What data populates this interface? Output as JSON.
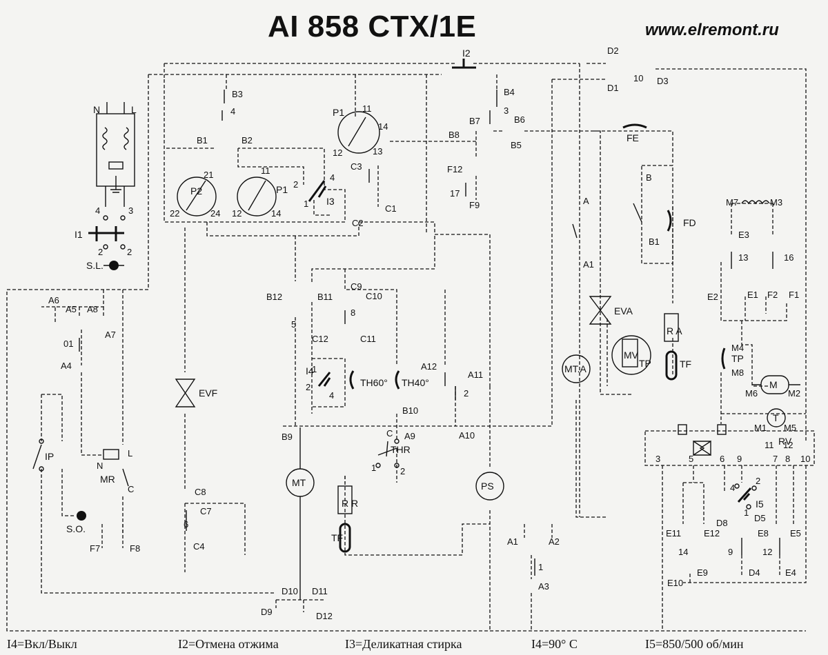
{
  "header": {
    "title": "AI 858 CTX/1E",
    "website": "www.elremont.ru"
  },
  "legend": [
    {
      "text": "I4=Вкл/Выкл"
    },
    {
      "text": "I2=Отмена отжима"
    },
    {
      "text": "I3=Деликатная стирка"
    },
    {
      "text": "I4=90° C"
    },
    {
      "text": "I5=850/500 об/мин"
    }
  ],
  "components": {
    "N": "N",
    "L": "L",
    "I1": "I1",
    "I2": "I2",
    "I3": "I3",
    "I4": "I4",
    "I5": "I5",
    "SL": "S.L.",
    "SO": "S.O.",
    "IP": "IP",
    "MR": "MR",
    "P1": "P1",
    "P2": "P2",
    "EVF": "EVF",
    "EVA": "EVA",
    "MT": "MT",
    "MTA": "MT.A",
    "PS": "PS",
    "FE": "FE",
    "FD": "FD",
    "TH60": "TH60°",
    "TH40": "TH40°",
    "THR": "THR",
    "RR": "R R",
    "RA": "R A",
    "TF": "TF",
    "TP": "TP",
    "MV": "MV",
    "RV": "RV",
    "T": "T",
    "M": "M"
  },
  "terminals": {
    "A1": "A1",
    "A2": "A2",
    "A3": "A3",
    "A4": "A4",
    "A5": "A5",
    "A6": "A6",
    "A7": "A7",
    "A8": "A8",
    "A9": "A9",
    "A10": "A10",
    "A11": "A11",
    "A12": "A12",
    "B1": "B1",
    "B2": "B2",
    "B3": "B3",
    "B4": "B4",
    "B5": "B5",
    "B6": "B6",
    "B7": "B7",
    "B8": "B8",
    "B9": "B9",
    "B10": "B10",
    "B11": "B11",
    "B12": "B12",
    "C": "C",
    "C1": "C1",
    "C2": "C2",
    "C3": "C3",
    "C4": "C4",
    "C7": "C7",
    "C8": "C8",
    "C9": "C9",
    "C10": "C10",
    "C11": "C11",
    "C12": "C12",
    "D1": "D1",
    "D2": "D2",
    "D3": "D3",
    "D4": "D4",
    "D5": "D5",
    "D8": "D8",
    "D9": "D9",
    "D10": "D10",
    "D11": "D11",
    "D12": "D12",
    "E1": "E1",
    "E2": "E2",
    "E3": "E3",
    "E4": "E4",
    "E5": "E5",
    "E8": "E8",
    "E9": "E9",
    "E10": "E10",
    "E11": "E11",
    "E12": "E12",
    "F1": "F1",
    "F2": "F2",
    "F7": "F7",
    "F8": "F8",
    "F9": "F9",
    "F12": "F12",
    "M1": "M1",
    "M2": "M2",
    "M3": "M3",
    "M4": "M4",
    "M5": "M5",
    "M6": "M6",
    "M7": "M7",
    "M8": "M8",
    "A": "A",
    "B": "B"
  },
  "pins": {
    "n1": "1",
    "n2": "2",
    "n3": "3",
    "n4": "4",
    "n5": "5",
    "n6": "6",
    "n7": "7",
    "n8": "8",
    "n9": "9",
    "n10": "10",
    "n11": "11",
    "n12": "12",
    "n13": "13",
    "n14": "14",
    "n16": "16",
    "n17": "17",
    "n21": "21",
    "n22": "22",
    "n24": "24",
    "n01": "01"
  }
}
